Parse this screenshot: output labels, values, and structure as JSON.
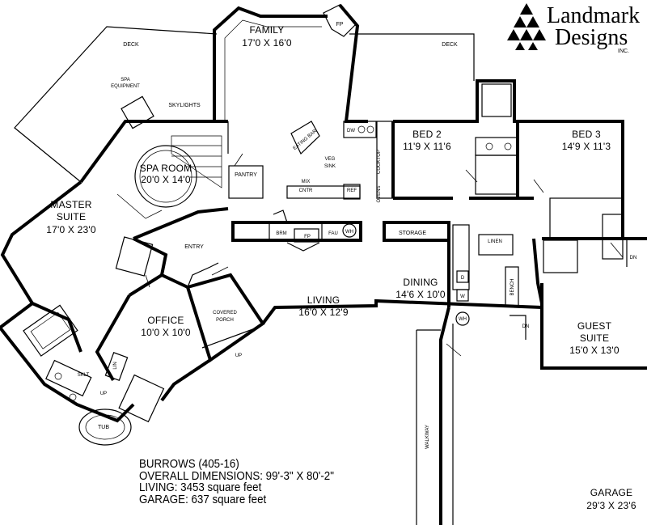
{
  "brand": {
    "line1": "Landmark",
    "line2": "Designs",
    "suffix": "INC."
  },
  "rooms": {
    "family": {
      "name": "FAMILY",
      "dims": "17'0 X 16'0"
    },
    "deck_left": "DECK",
    "deck_right": "DECK",
    "fp_top": "FP",
    "spa_equipment": "SPA\nEQUIPMENT",
    "skylights": "SKYLIGHTS",
    "spa_room": {
      "name": "SPA ROOM",
      "dims": "20'0 X 14'0"
    },
    "pantry": "PANTRY",
    "eating_bar": "EATING BAR",
    "veg_sink": "VEG\nSINK",
    "mix_cntr": "MIX\nCNTR",
    "ref": "REF",
    "dw": "DW",
    "cooktop": "COOKTOP",
    "ovens": "OVENS",
    "bed2": {
      "name": "BED 2",
      "dims": "11'9 X 11'6"
    },
    "bed3": {
      "name": "BED 3",
      "dims": "14'9 X 11'3"
    },
    "master": {
      "name": "MASTER\nSUITE",
      "dims": "17'0 X 23'0"
    },
    "brm": "BRM",
    "fp_center": "FP",
    "fau": "FAU",
    "wh_center": "WH",
    "storage": "STORAGE",
    "linen": "LINEN",
    "entry": "ENTRY",
    "dining": {
      "name": "DINING",
      "dims": "14'6 X 10'0"
    },
    "d": "D",
    "w": "W",
    "bench": "BENCH",
    "dn_right": "DN",
    "living": {
      "name": "LIVING",
      "dims": "16'0 X 12'9"
    },
    "covered_porch": "COVERED\nPORCH",
    "up_porch": "UP",
    "office": {
      "name": "OFFICE",
      "dims": "10'0 X 10'0"
    },
    "wh_lower": "WH",
    "dn_lower": "DN",
    "guest": {
      "name": "GUEST\nSUITE",
      "dims": "15'0 X 13'0"
    },
    "lin": "LIN",
    "sklt": "SKLT",
    "up_bath": "UP",
    "tub": "TUB",
    "walkway": "WALKWAY",
    "garage": {
      "name": "GARAGE",
      "dims": "29'3 X 23'6"
    }
  },
  "info": {
    "line1": "BURROWS (405-16)",
    "line2": "OVERALL DIMENSIONS: 99'-3\" X 80'-2\"",
    "line3": "LIVING: 3453 square feet",
    "line4": "GARAGE: 637 square feet"
  }
}
